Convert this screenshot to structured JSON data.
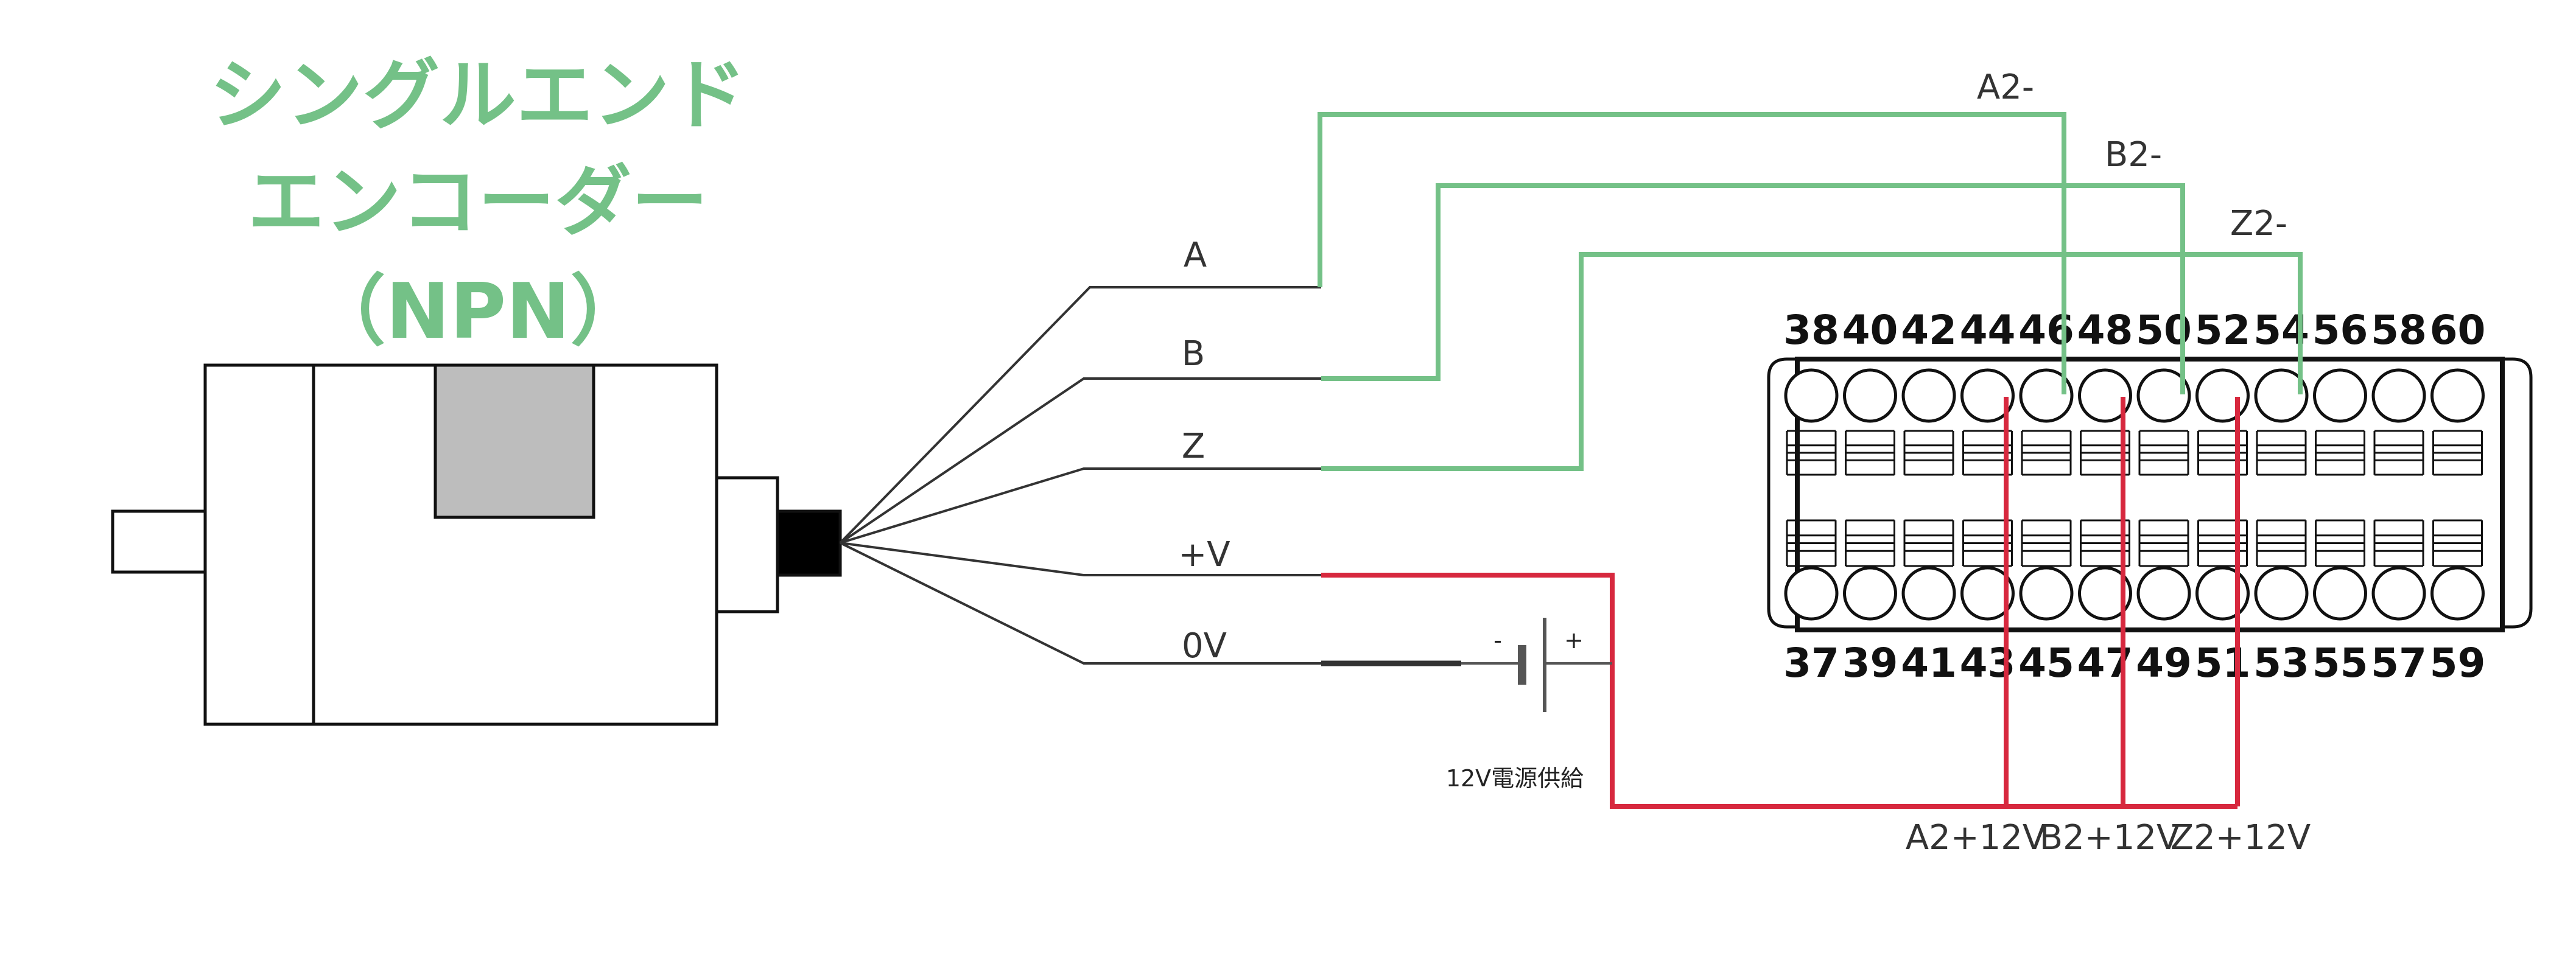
{
  "title": {
    "line1": "シングルエンド",
    "line2": "エンコーダー",
    "line3": "（NPN）"
  },
  "wires": {
    "a": "A",
    "b": "B",
    "z": "Z",
    "plus_v": "+V",
    "zero_v": "0V"
  },
  "connections": {
    "a2_minus": "A2-",
    "b2_minus": "B2-",
    "z2_minus": "Z2-",
    "a2_plus": "A2+12V",
    "b2_plus": "B2+12V",
    "z2_plus": "Z2+12V"
  },
  "power_supply": {
    "label": "12V電源供給",
    "minus": "-",
    "plus": "+"
  },
  "terminal_block": {
    "top_pins": [
      "38",
      "40",
      "42",
      "44",
      "46",
      "48",
      "50",
      "52",
      "54",
      "56",
      "58",
      "60"
    ],
    "bottom_pins": [
      "37",
      "39",
      "41",
      "43",
      "45",
      "47",
      "49",
      "51",
      "53",
      "55",
      "57",
      "59"
    ]
  },
  "colors": {
    "green_wire": "#74c187",
    "red_wire": "#d7283e",
    "title": "#74c187",
    "encoder_window": "#bdbdbd"
  }
}
